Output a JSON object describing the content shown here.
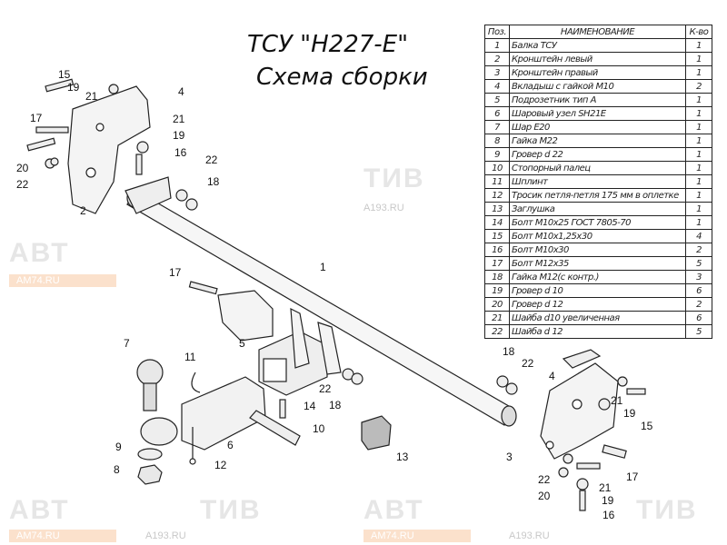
{
  "title": {
    "line1": "ТСУ \"Н227-Е\"",
    "line2": "Схема сборки"
  },
  "watermark": {
    "logo_left": "АВТ",
    "logo_right": "ТИВ",
    "site1": "AM74.RU",
    "site2": "A193.RU",
    "accent": "#f5a66a"
  },
  "table": {
    "headers": [
      "Поз.",
      "НАИМЕНОВАНИЕ",
      "К-во"
    ],
    "rows": [
      [
        "1",
        "Балка ТСУ",
        "1"
      ],
      [
        "2",
        "Кронштейн левый",
        "1"
      ],
      [
        "3",
        "Кронштейн правый",
        "1"
      ],
      [
        "4",
        "Вкладыш с гайкой М10",
        "2"
      ],
      [
        "5",
        "Подрозетник тип А",
        "1"
      ],
      [
        "6",
        "Шаровый узел SH21E",
        "1"
      ],
      [
        "7",
        "Шар Е20",
        "1"
      ],
      [
        "8",
        "Гайка М22",
        "1"
      ],
      [
        "9",
        "Гровер d 22",
        "1"
      ],
      [
        "10",
        "Стопорный палец",
        "1"
      ],
      [
        "11",
        "Шплинт",
        "1"
      ],
      [
        "12",
        "Тросик петля-петля 175 мм в оплетке",
        "1"
      ],
      [
        "13",
        "Заглушка",
        "1"
      ],
      [
        "14",
        "Болт М10х25 ГОСТ 7805-70",
        "1"
      ],
      [
        "15",
        "Болт М10х1,25х30",
        "4"
      ],
      [
        "16",
        "Болт М10х30",
        "2"
      ],
      [
        "17",
        "Болт М12х35",
        "5"
      ],
      [
        "18",
        "Гайка М12(с контр.)",
        "3"
      ],
      [
        "19",
        "Гровер d 10",
        "6"
      ],
      [
        "20",
        "Гровер d 12",
        "2"
      ],
      [
        "21",
        "Шайба d10 увеличенная",
        "6"
      ],
      [
        "22",
        "Шайба d 12",
        "5"
      ]
    ]
  },
  "callouts": [
    "15",
    "19",
    "21",
    "4",
    "17",
    "21",
    "19",
    "16",
    "20",
    "22",
    "2",
    "22",
    "18",
    "1",
    "17",
    "5",
    "7",
    "11",
    "14",
    "22",
    "18",
    "10",
    "6",
    "9",
    "12",
    "8",
    "13",
    "18",
    "22",
    "4",
    "21",
    "19",
    "15",
    "3",
    "17",
    "22",
    "21",
    "20",
    "19",
    "16"
  ]
}
